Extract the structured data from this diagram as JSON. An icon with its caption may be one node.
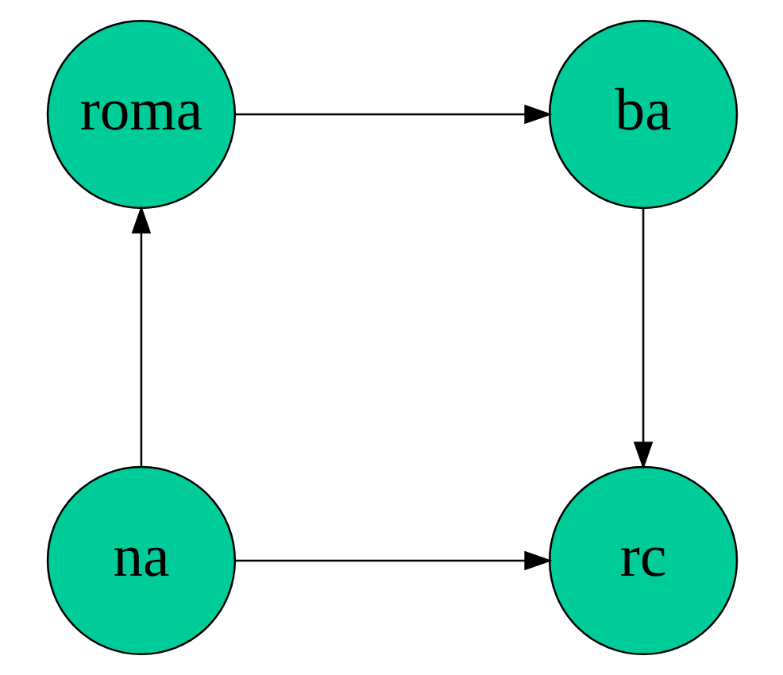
{
  "diagram": {
    "nodes": [
      {
        "text": [
          "roma"
        ]
      },
      {
        "text": [
          "ba"
        ]
      },
      {
        "text": [
          "na"
        ]
      },
      {
        "text": [
          "rc"
        ]
      }
    ],
    "edges": [
      {
        "from": 0,
        "to": 1,
        "arrow": "to"
      },
      {
        "from": 1,
        "to": 3,
        "arrow": "to"
      },
      {
        "from": 2,
        "to": 0,
        "arrow": "to"
      },
      {
        "from": 2,
        "to": 3,
        "arrow": "to"
      }
    ]
  }
}
